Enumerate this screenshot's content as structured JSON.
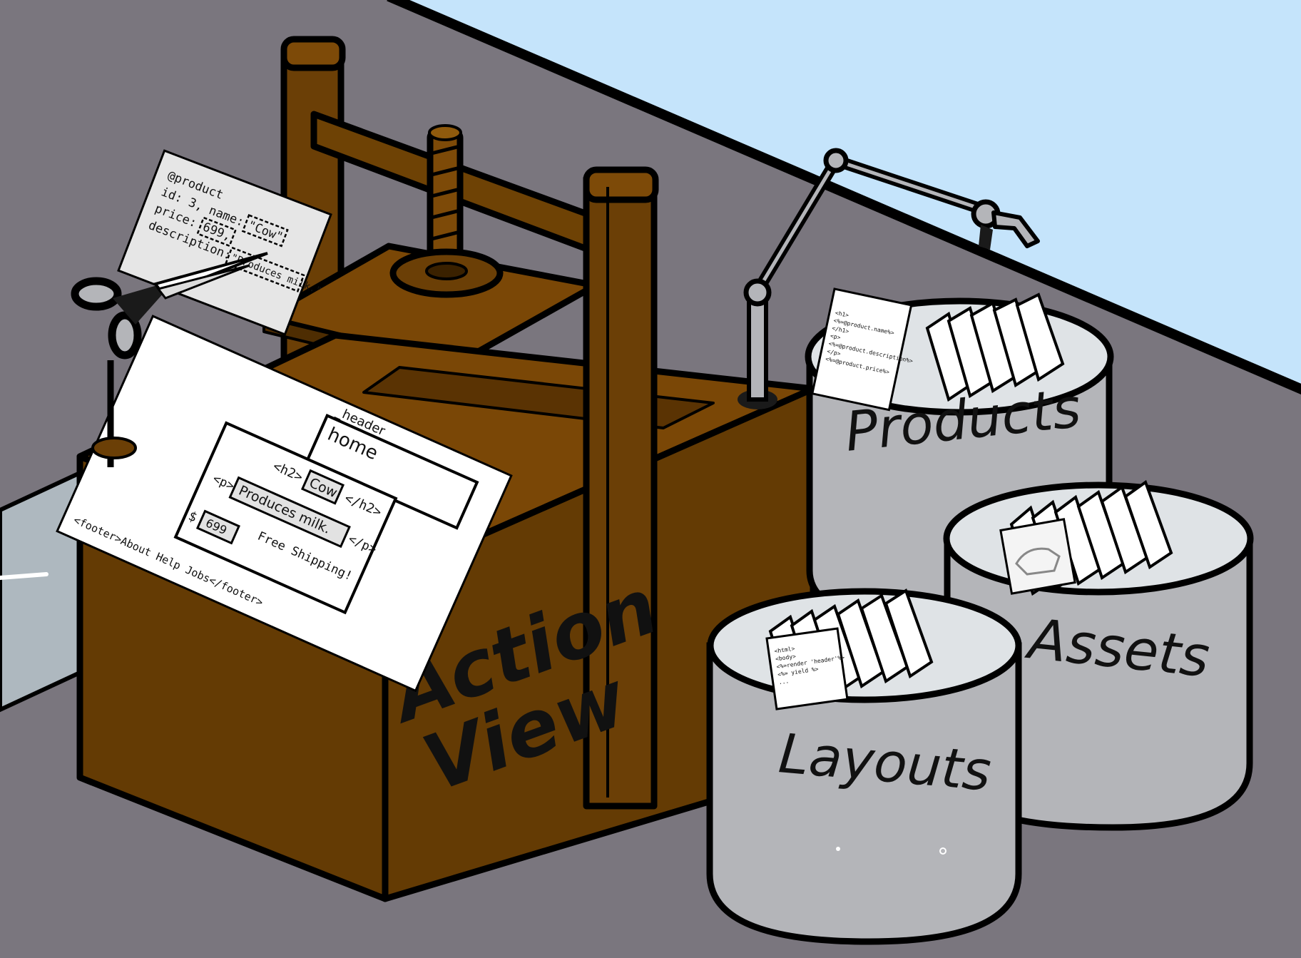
{
  "colors": {
    "floor": "#7a767e",
    "wall": "#c5e4fb",
    "wood_front": "#643b04",
    "wood_top": "#7a4706",
    "wood_dark": "#4e2d02",
    "bin_gray": "#b4b5b9",
    "bin_inside": "#dfe3e6",
    "paper": "#ffffff",
    "card": "#e6e6e6"
  },
  "machine": {
    "label_line1": "Action",
    "label_line2": "View"
  },
  "data_card": {
    "line1": "@product",
    "line2_prefix": "id: 3, name: ",
    "name_value": "\"Cow\"",
    "line3_prefix": "price: ",
    "price_value": "699,",
    "line4_prefix": "description: ",
    "description_value": "\"Produces milk.\""
  },
  "output_page": {
    "header_partial_label": "_header",
    "header_box_text": "home",
    "h2_open": "<h2>",
    "h2_value": "Cow",
    "h2_close": "</h2>",
    "p_open": "<p>",
    "p_value": "Produces milk.",
    "p_close": "</p>",
    "shipping_text": "Free Shipping!",
    "price_symbol": "$",
    "price_value": "699",
    "footer_text": "<footer>About Help  Jobs</footer>"
  },
  "bins": {
    "products": {
      "label": "Products",
      "template_lines": [
        "<h1>",
        "<%=@product.name%>",
        "</h1>",
        "<p>",
        "<%=@product.description%>",
        "</p>",
        "<%=@product.price%>"
      ]
    },
    "assets": {
      "label": "Assets"
    },
    "layouts": {
      "label": "Layouts",
      "template_lines": [
        "<html>",
        "<body>",
        "<%=render 'header'%>",
        "<%= yield %>",
        "..."
      ]
    }
  }
}
